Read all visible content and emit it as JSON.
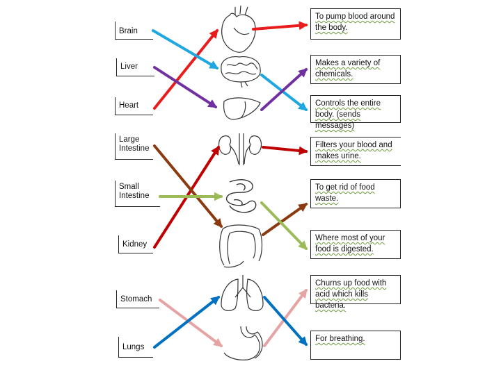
{
  "organs": [
    {
      "key": "brain",
      "label": "Brain"
    },
    {
      "key": "liver",
      "label": "Liver"
    },
    {
      "key": "heart",
      "label": "Heart"
    },
    {
      "key": "large_intestine",
      "label": "Large\nIntestine"
    },
    {
      "key": "small_intestine",
      "label": "Small\nIntestine"
    },
    {
      "key": "kidney",
      "label": "Kidney"
    },
    {
      "key": "stomach",
      "label": "Stomach"
    },
    {
      "key": "lungs",
      "label": "Lungs"
    }
  ],
  "functions": [
    {
      "text": "To pump blood around\nthe body."
    },
    {
      "text": "Makes a variety of\nchemicals."
    },
    {
      "text": "Controls the entire\nbody. (sends messages)"
    },
    {
      "text": "Filters your blood and\nmakes urine."
    },
    {
      "text": "To get rid of food\nwaste."
    },
    {
      "text": "Where most of your\nfood is digested."
    },
    {
      "text": "Churns up food with\nacid which kills bacteria."
    },
    {
      "text": "For breathing."
    }
  ],
  "organ_icons": [
    "heart-icon",
    "brain-icon",
    "liver-icon",
    "kidneys-icon",
    "small-intestine-icon",
    "large-intestine-icon",
    "lungs-icon",
    "stomach-icon"
  ],
  "colors": {
    "red": "#e81c1c",
    "cyan": "#1ea7e1",
    "purple": "#7030a0",
    "darkred": "#c00000",
    "brown": "#8b3a0f",
    "green": "#9bbb59",
    "pink": "#e6a3a3",
    "blue": "#0070c0"
  }
}
